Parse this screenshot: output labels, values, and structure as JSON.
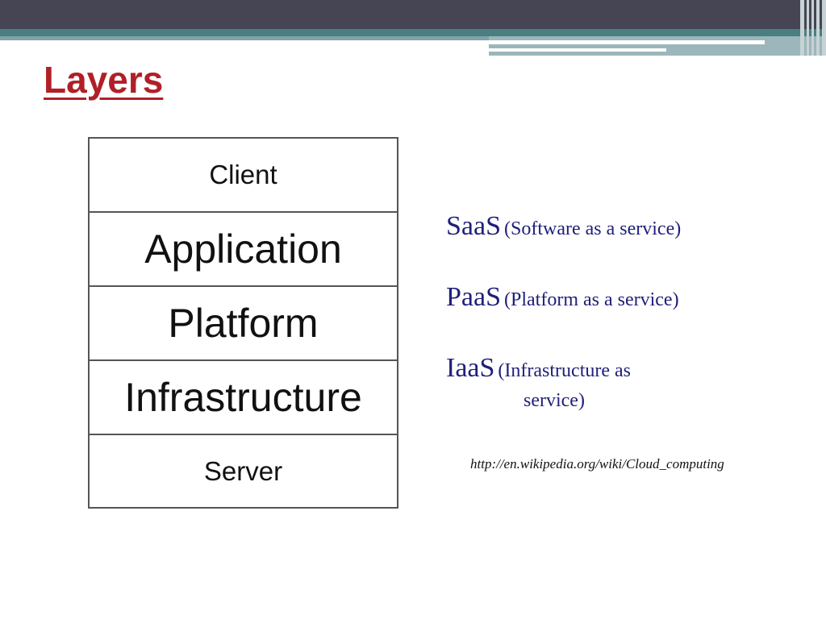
{
  "slide": {
    "title": "Layers"
  },
  "layers": [
    {
      "label": "Client"
    },
    {
      "label": "Application"
    },
    {
      "label": "Platform"
    },
    {
      "label": "Infrastructure"
    },
    {
      "label": "Server"
    }
  ],
  "service_models": {
    "saas": {
      "abbr": "SaaS",
      "expansion": "(Software as a service)"
    },
    "paas": {
      "abbr": "PaaS",
      "expansion": "(Platform as a service)"
    },
    "iaas": {
      "abbr": "IaaS",
      "expansion_line1": "(Infrastructure as",
      "expansion_line2": "service)"
    }
  },
  "source": {
    "url": "http://en.wikipedia.org/wiki/Cloud_computing"
  },
  "colors": {
    "title": "#b11f27",
    "definitions": "#1f1f7a",
    "header_dark": "#454554",
    "header_teal": "#4a7f82"
  }
}
